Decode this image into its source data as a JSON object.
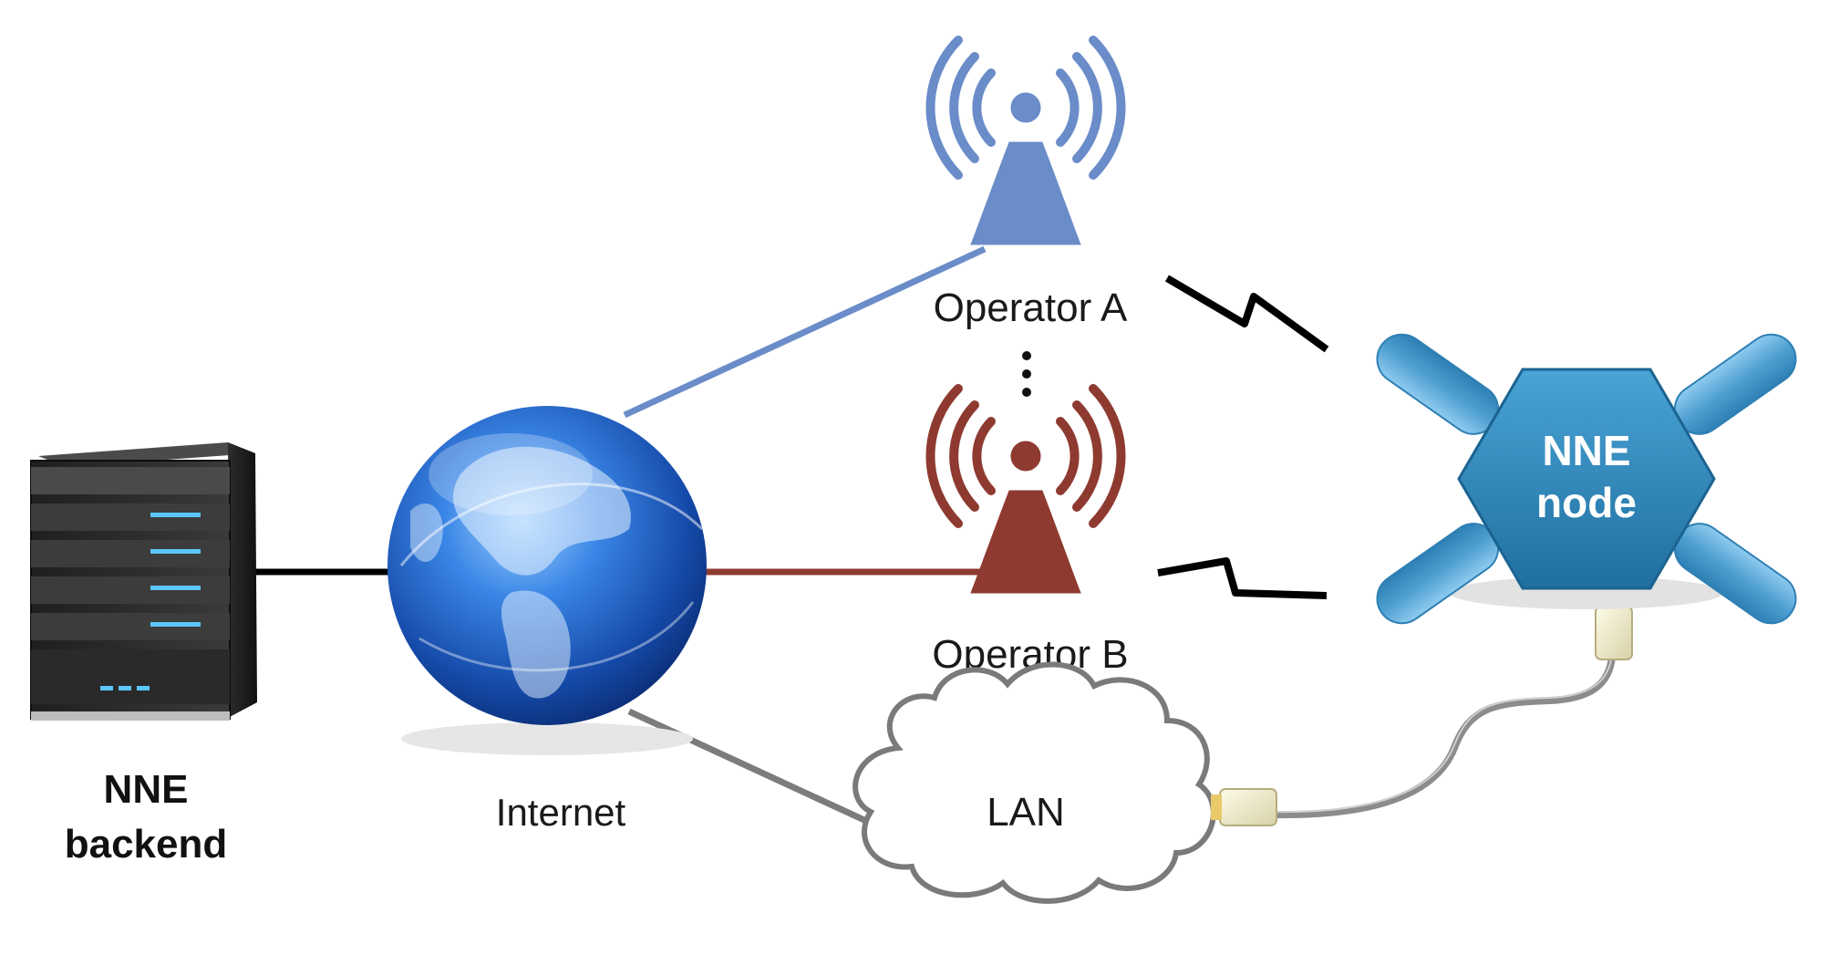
{
  "labels": {
    "backend_line1": "NNE",
    "backend_line2": "backend",
    "internet": "Internet",
    "operator_a": "Operator A",
    "operator_b": "Operator B",
    "lan": "LAN",
    "node_line1": "NNE",
    "node_line2": "node"
  },
  "icons": {
    "server": "server-icon",
    "globe": "globe-icon",
    "tower_a": "cell-tower-icon",
    "tower_b": "cell-tower-icon",
    "cloud": "cloud-icon",
    "node": "hexagon-hub-icon",
    "modem": "usb-modem-icon",
    "plug": "ethernet-plug-icon",
    "wireless_link": "lightning-link-icon"
  },
  "colors": {
    "operator_a": "#6a8cc9",
    "operator_b": "#8e3a30",
    "node": "#2f86b5",
    "modem": "#5aa7d3",
    "wired_link": "#000000",
    "lan_link": "#7c7c7c",
    "globe": "#1f63c8"
  }
}
